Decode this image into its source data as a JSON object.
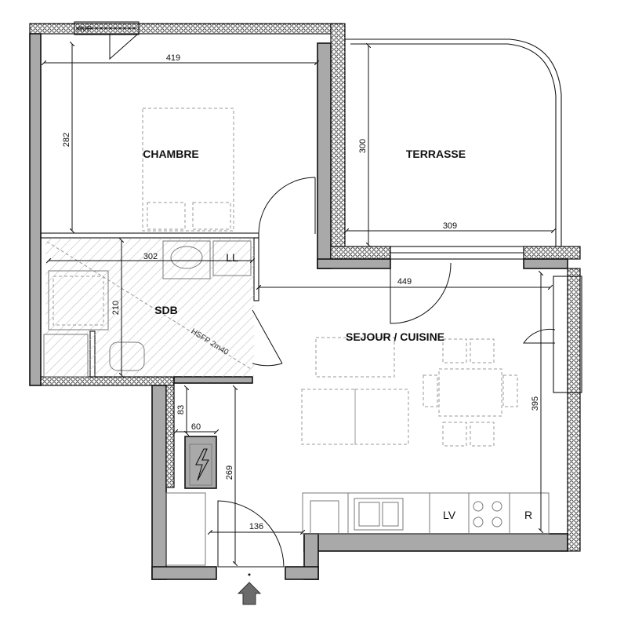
{
  "rooms": {
    "chambre": "CHAMBRE",
    "terrasse": "TERRASSE",
    "sdb": "SDB",
    "sejour": "SEJOUR / CUISINE"
  },
  "labels": {
    "avf": "AVF",
    "ll": "LL",
    "lv": "LV",
    "r": "R",
    "hsfp": "HSFP 2m40"
  },
  "dimensions": {
    "chambre_width": "419",
    "chambre_height": "282",
    "terrasse_height": "300",
    "terrasse_width": "309",
    "sdb_width": "302",
    "sdb_height": "210",
    "sejour_width": "449",
    "sejour_height": "395",
    "entry_83": "83",
    "entry_60": "60",
    "entry_269": "269",
    "entry_136": "136"
  },
  "icons": {
    "entry": "entry-arrow-icon",
    "electrical": "lightning-icon"
  },
  "colors": {
    "wall_fill": "#a9a9a9",
    "hatch": "#b5b5b5",
    "line": "#111111"
  }
}
